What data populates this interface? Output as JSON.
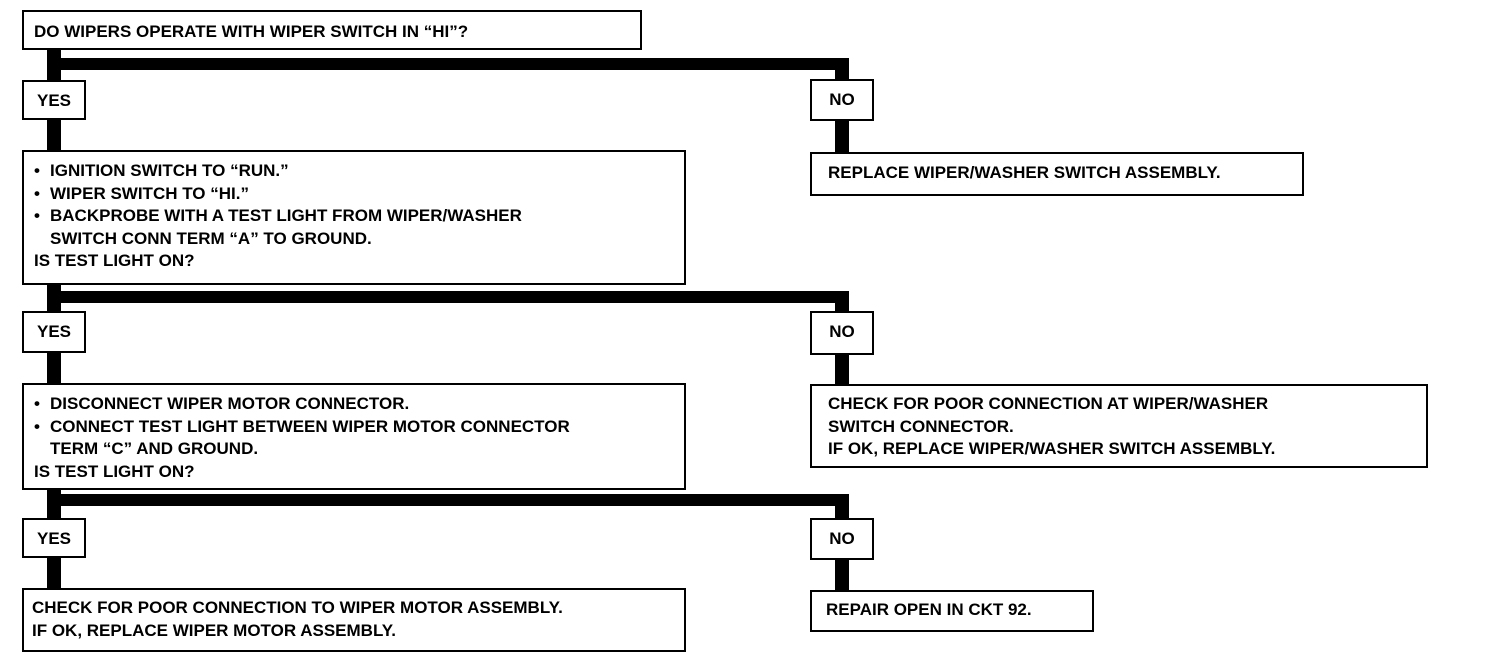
{
  "q1": {
    "text": "DO WIPERS OPERATE WITH WIPER SWITCH IN “HI”?"
  },
  "branch1": {
    "yes": "YES",
    "no": "NO",
    "no_result": "REPLACE WIPER/WASHER SWITCH ASSEMBLY."
  },
  "q2": {
    "bullets": [
      "IGNITION SWITCH TO “RUN.”",
      "WIPER SWITCH TO “HI.”",
      "BACKPROBE WITH A  TEST LIGHT FROM WIPER/WASHER"
    ],
    "continuation": "SWITCH CONN TERM “A” TO GROUND.",
    "question": "IS TEST LIGHT ON?"
  },
  "branch2": {
    "yes": "YES",
    "no": "NO",
    "no_result": [
      "CHECK FOR POOR CONNECTION AT WIPER/WASHER",
      "SWITCH CONNECTOR.",
      "IF OK, REPLACE WIPER/WASHER SWITCH ASSEMBLY."
    ]
  },
  "q3": {
    "bullets": [
      "DISCONNECT WIPER MOTOR CONNECTOR.",
      "CONNECT TEST LIGHT BETWEEN WIPER MOTOR CONNECTOR"
    ],
    "continuation": "TERM “C” AND GROUND.",
    "question": "IS TEST LIGHT ON?"
  },
  "branch3": {
    "yes": "YES",
    "no": "NO",
    "yes_result": [
      "CHECK FOR POOR CONNECTION TO WIPER MOTOR ASSEMBLY.",
      "IF OK, REPLACE WIPER MOTOR ASSEMBLY."
    ],
    "no_result": "REPAIR OPEN IN CKT 92."
  },
  "bullet_symbol": "•"
}
